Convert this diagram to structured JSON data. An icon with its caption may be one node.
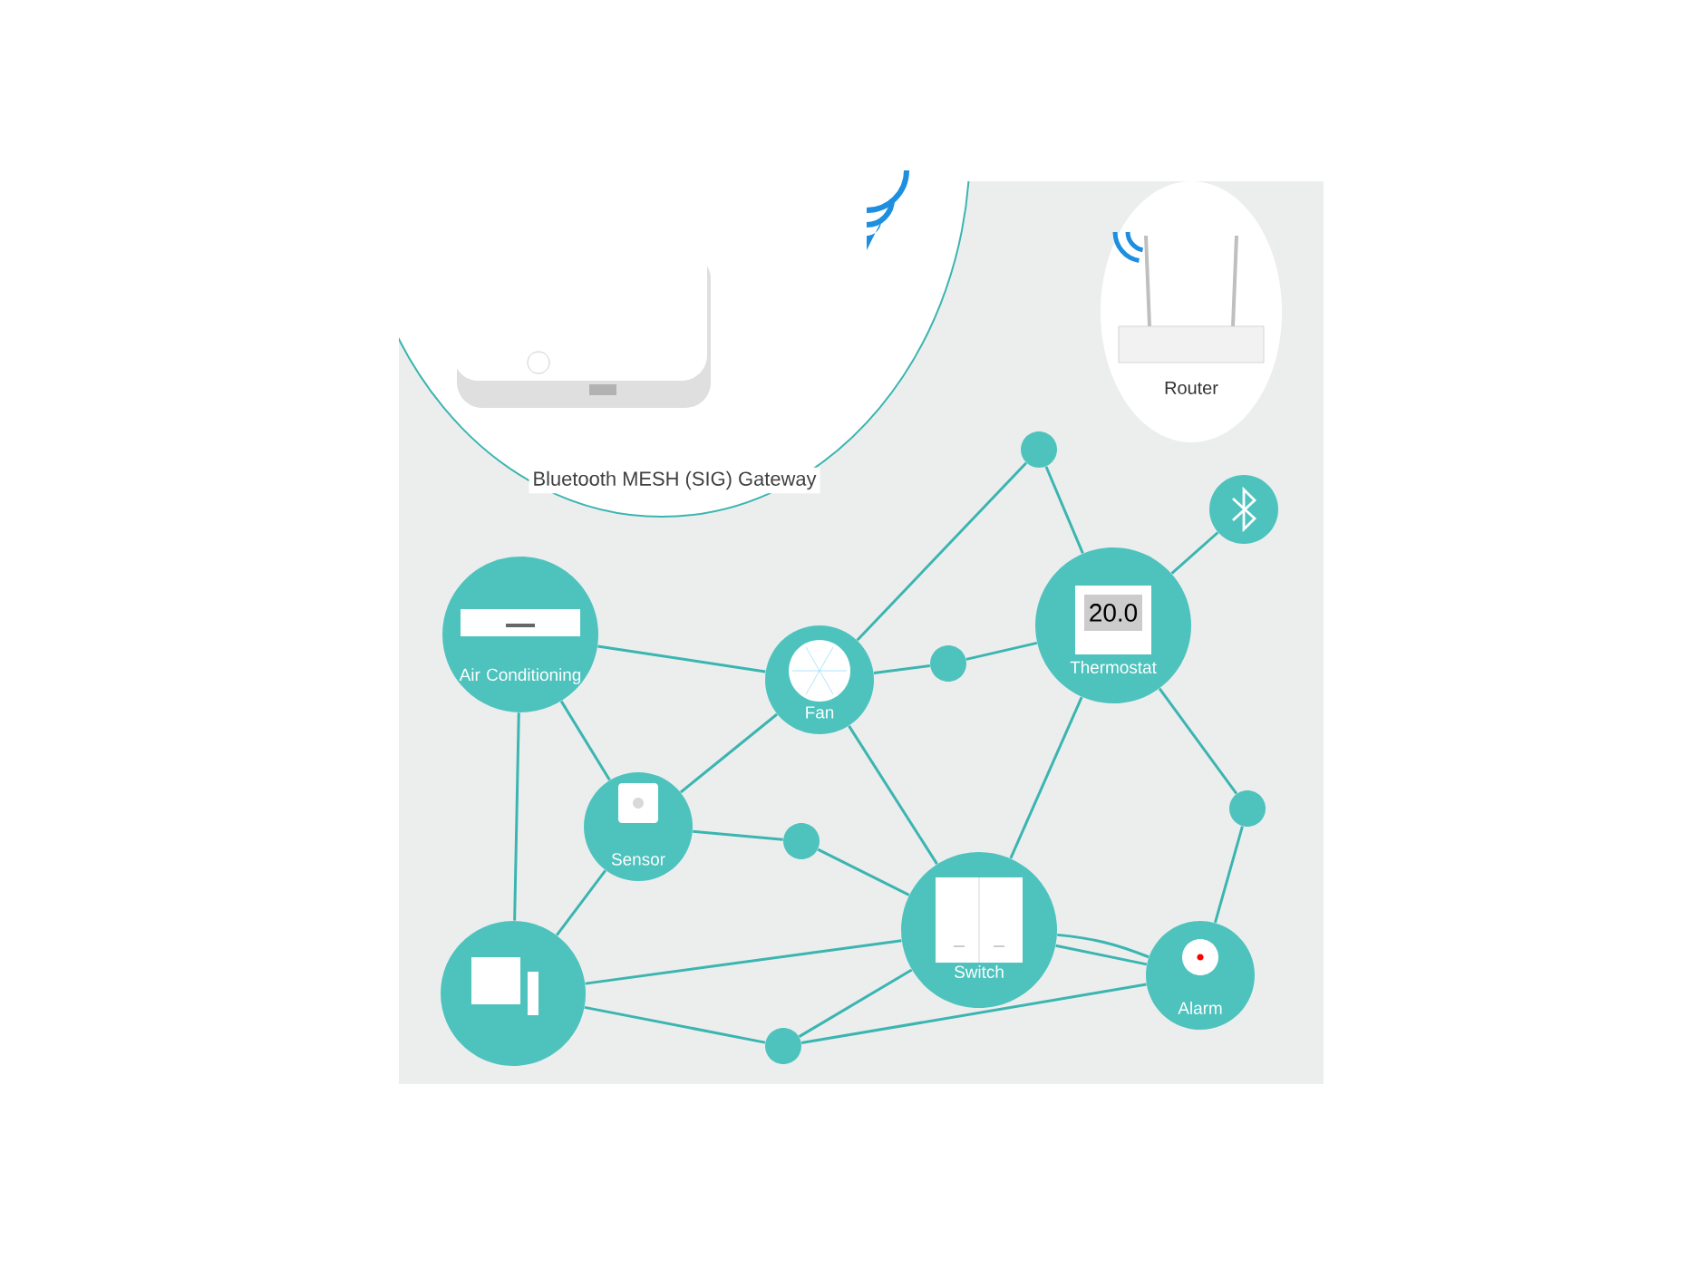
{
  "diagram": {
    "nodes": [
      {
        "text": [
          "Bluetooth MESH (SIG) Gateway"
        ]
      },
      {
        "text": [
          "Router"
        ]
      },
      {
        "text": [],
        "shape": "circle"
      },
      {
        "text": [],
        "shape": "circle"
      },
      {
        "text": [
          "Air Conditioning"
        ]
      },
      {
        "text": [
          "Fan"
        ]
      },
      {
        "text": [],
        "shape": "circle"
      },
      {
        "text": [
          "Thermostat"
        ]
      },
      {
        "text": [
          "Sensor"
        ]
      },
      {
        "text": [],
        "shape": "circle"
      },
      {
        "text": [],
        "shape": "circle"
      },
      {
        "text": [
          "Switch"
        ]
      },
      {
        "text": [
          "Alarm"
        ]
      },
      {
        "text": [],
        "shape": "circle"
      },
      {
        "text": [],
        "shape": "circle"
      }
    ],
    "edges": [
      {
        "from": 5,
        "to": 2,
        "arrow": "none"
      },
      {
        "from": 2,
        "to": 7,
        "arrow": "none"
      },
      {
        "from": 7,
        "to": 3,
        "arrow": "none"
      },
      {
        "from": 4,
        "to": 5,
        "arrow": "none"
      },
      {
        "from": 4,
        "to": 8,
        "arrow": "none"
      },
      {
        "from": 4,
        "to": 13,
        "arrow": "none"
      },
      {
        "from": 5,
        "to": 6,
        "arrow": "none"
      },
      {
        "from": 6,
        "to": 7,
        "arrow": "none"
      },
      {
        "from": 5,
        "to": 8,
        "arrow": "none"
      },
      {
        "from": 5,
        "to": 11,
        "arrow": "none"
      },
      {
        "from": 8,
        "to": 9,
        "arrow": "none"
      },
      {
        "from": 9,
        "to": 11,
        "arrow": "none"
      },
      {
        "from": 8,
        "to": 13,
        "arrow": "none"
      },
      {
        "from": 7,
        "to": 11,
        "arrow": "none"
      },
      {
        "from": 7,
        "to": 10,
        "arrow": "none"
      },
      {
        "from": 10,
        "to": 12,
        "arrow": "none"
      },
      {
        "from": 13,
        "to": 11,
        "arrow": "none"
      },
      {
        "from": 11,
        "to": 12,
        "arrow": "none"
      },
      {
        "from": 11,
        "to": 12,
        "arrow": "none"
      },
      {
        "from": 13,
        "to": 14,
        "arrow": "none"
      },
      {
        "from": 11,
        "to": 14,
        "arrow": "none"
      },
      {
        "from": 14,
        "to": 12,
        "arrow": "none"
      }
    ],
    "labels": [
      "20.0"
    ]
  }
}
